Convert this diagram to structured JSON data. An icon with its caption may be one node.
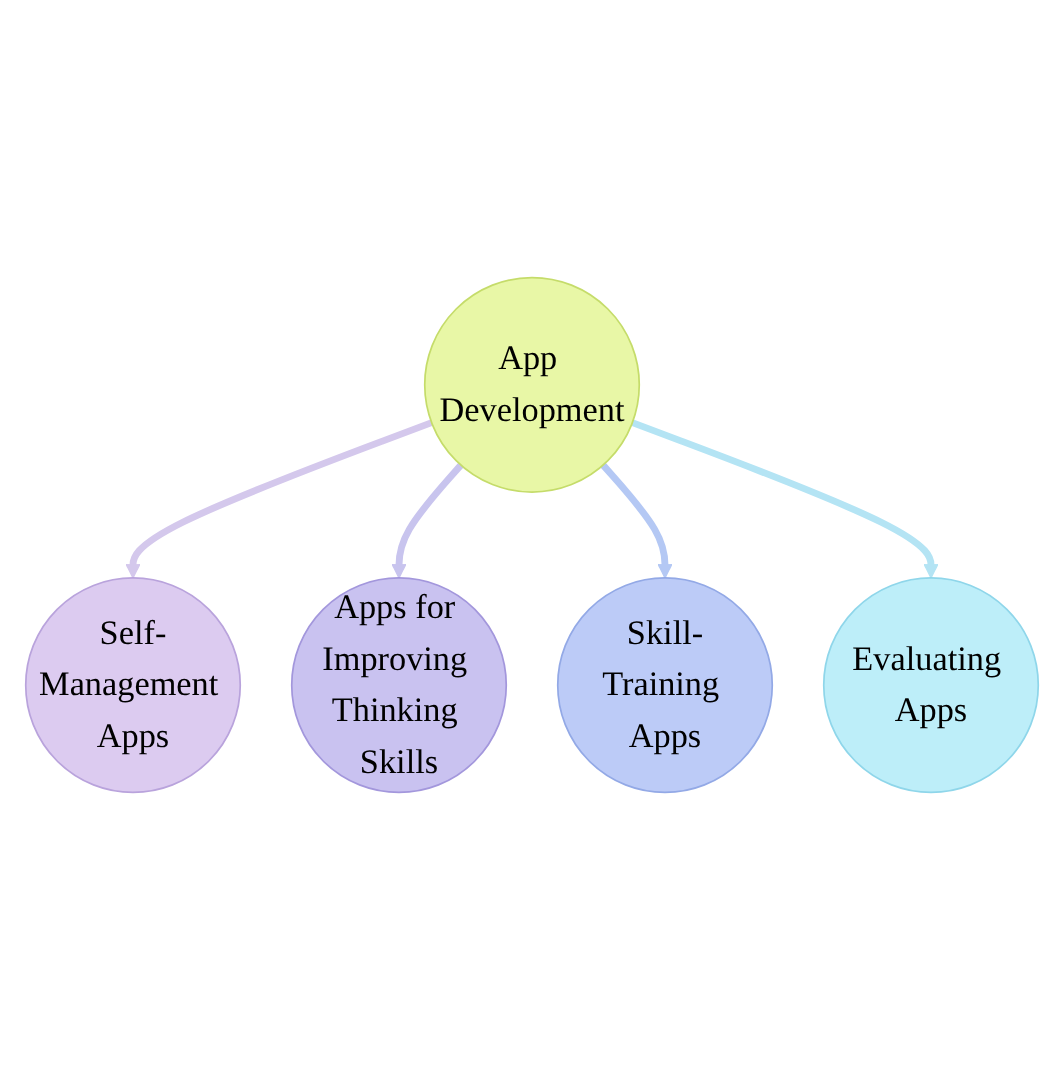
{
  "diagram": {
    "nodes": [
      {
        "text": [
          "Self-Management Apps"
        ]
      },
      {
        "text": [
          "Evaluating Apps"
        ]
      },
      {
        "text": [
          "App Development"
        ]
      },
      {
        "text": [
          "Apps for Improving Thinking Skills"
        ]
      },
      {
        "text": [
          "Skill-Training Apps"
        ]
      }
    ],
    "edges": [
      {
        "from": 2,
        "to": 0,
        "arrow": "to",
        "color": "#d4c8ec"
      },
      {
        "from": 2,
        "to": 3,
        "arrow": "to",
        "color": "#c8c4ee"
      },
      {
        "from": 2,
        "to": 4,
        "arrow": "to",
        "color": "#b4c8f4"
      },
      {
        "from": 2,
        "to": 1,
        "arrow": "to",
        "color": "#b4e4f4"
      }
    ]
  }
}
